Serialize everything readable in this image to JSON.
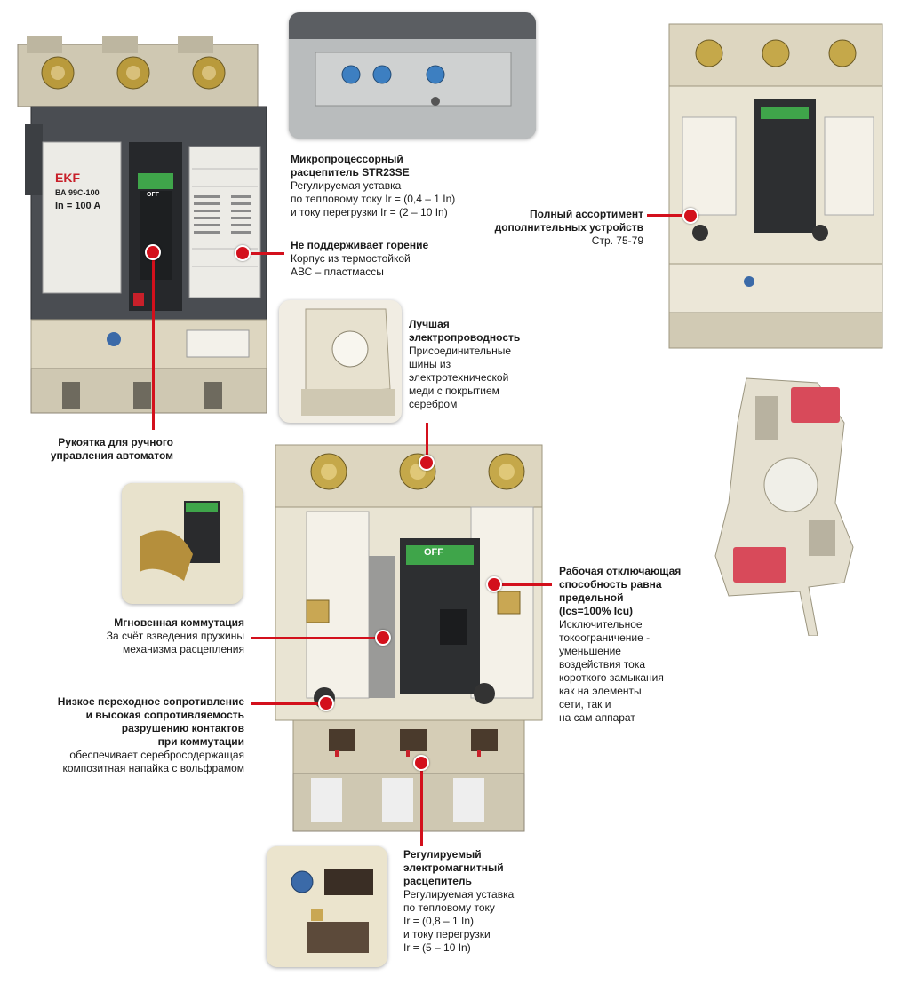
{
  "device_main": {
    "brand": "EKF",
    "model": "ВА 99С-100",
    "rating": "In = 100 A",
    "handle_state": "OFF"
  },
  "device_open": {
    "handle_state": "OFF"
  },
  "callouts": {
    "handle": {
      "title": "Рукоятка для ручного\nуправления автоматом"
    },
    "str23se": {
      "title": "Микропроцессорный\nрасцепитель STR23SE",
      "text": "Регулируемая уставка\nпо тепловому току Ir = (0,4 – 1 In)\nи току перегрузки Ir = (2 – 10 In)"
    },
    "no_burn": {
      "title": "Не поддерживает горение",
      "text": "Корпус из термостойкой\nАВС – пластмассы"
    },
    "accessories": {
      "title": "Полный ассортимент\nдополнительных устройств",
      "text": "Стр. 75-79"
    },
    "conductivity": {
      "title": "Лучшая\nэлектропроводность",
      "text": "Присоединительные\nшины из\nэлектротехнической\nмеди с покрытием\nсеребром"
    },
    "instant": {
      "title": "Мгновенная коммутация",
      "text": "За счёт взведения пружины\nмеханизма расцепления"
    },
    "low_resistance": {
      "title": "Низкое переходное сопротивление\nи высокая сопротивляемость\nразрушению контактов\nпри коммутации",
      "text": "обеспечивает серебросодержащая\nкомпозитная напайка с вольфрамом"
    },
    "breaking": {
      "title": "Рабочая отключающая\nспособность равна\nпредельной\n(Ics=100% Icu)",
      "text": "Исключительное\nтокоограничение -\nуменьшение\nвоздействия тока\nкороткого замыкания\nкак на элементы\nсети, так и\nна сам аппарат"
    },
    "em_release": {
      "title": "Регулируемый\nэлектромагнитный\nрасцепитель",
      "text": "Регулируемая уставка\nпо тепловому току\nIr = (0,8 – 1 In)\nи току перегрузки\nIr = (5 – 10 In)"
    }
  },
  "colors": {
    "accent": "#d3101c",
    "housing_dark": "#4a4d52",
    "housing_light": "#ddd6c0",
    "handle_green": "#3fa54a",
    "brand_red": "#c8202a"
  }
}
